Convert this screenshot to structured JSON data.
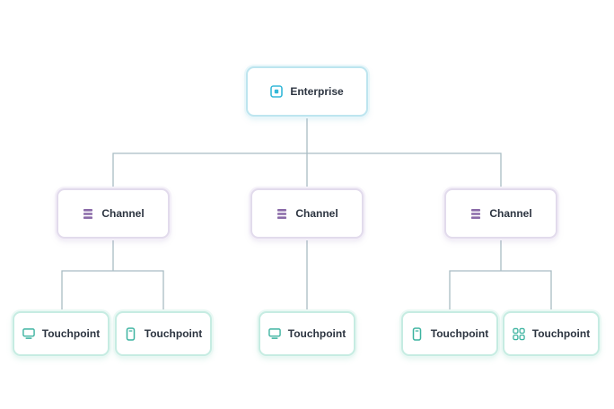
{
  "enterprise": {
    "label": "Enterprise",
    "icon": "square-dot-icon"
  },
  "channels": [
    {
      "label": "Channel",
      "icon": "stack-icon",
      "touchpoints": [
        {
          "label": "Touchpoint",
          "icon": "monitor-icon"
        },
        {
          "label": "Touchpoint",
          "icon": "phone-icon"
        }
      ]
    },
    {
      "label": "Channel",
      "icon": "stack-icon",
      "touchpoints": [
        {
          "label": "Touchpoint",
          "icon": "monitor-icon"
        }
      ]
    },
    {
      "label": "Channel",
      "icon": "stack-icon",
      "touchpoints": [
        {
          "label": "Touchpoint",
          "icon": "phone-icon"
        },
        {
          "label": "Touchpoint",
          "icon": "apps-grid-icon"
        }
      ]
    }
  ],
  "colors": {
    "enterprise_accent": "#35b8d8",
    "channel_accent": "#8a6aa8",
    "touchpoint_accent": "#3cb3a0",
    "connector": "#a9bcc4"
  }
}
